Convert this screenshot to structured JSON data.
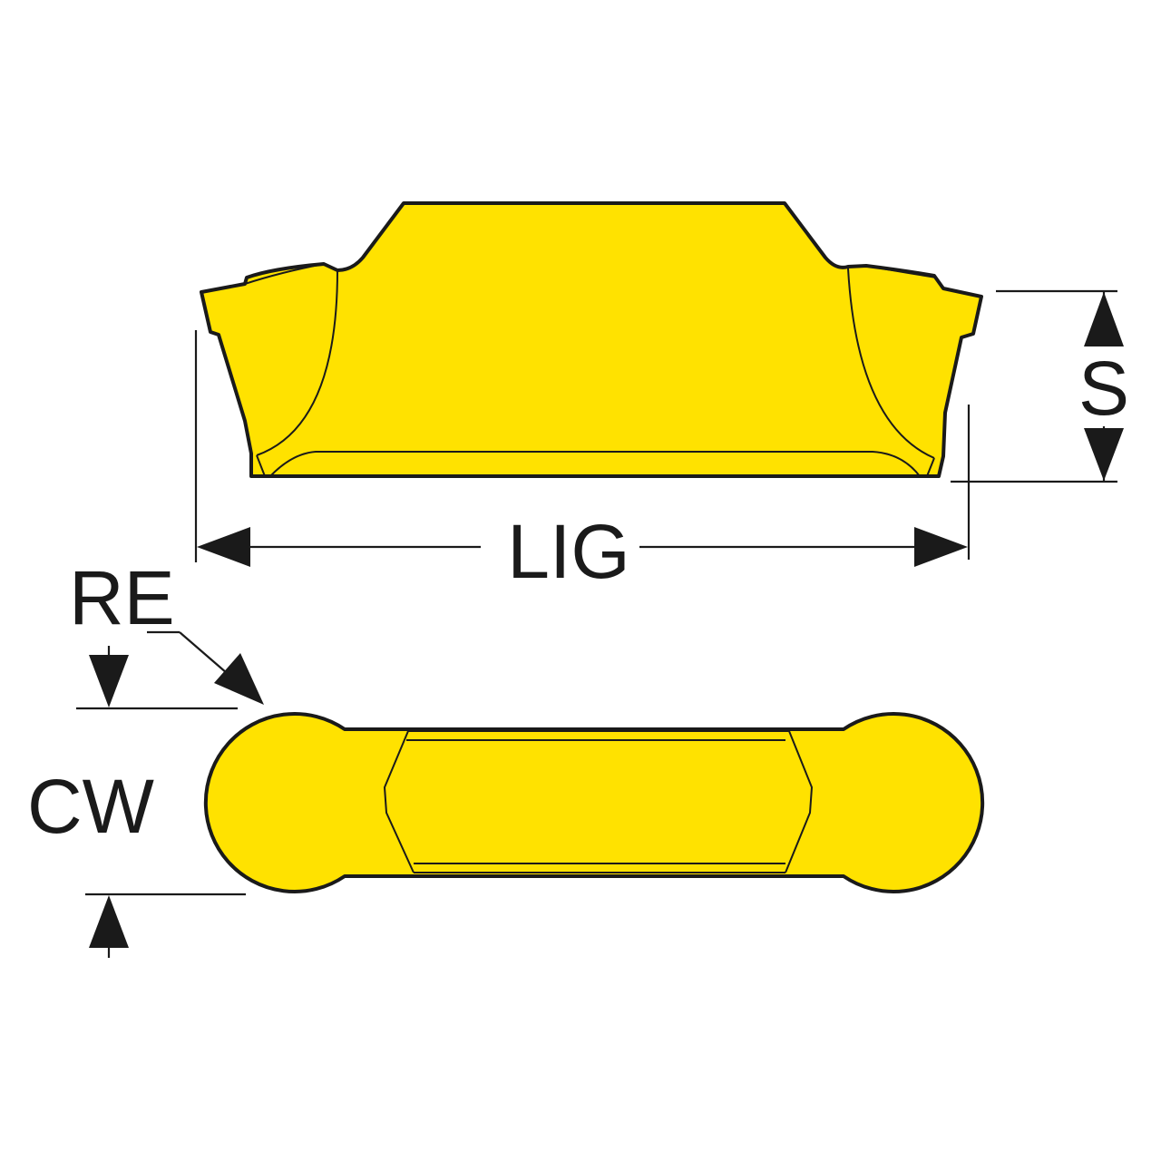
{
  "colors": {
    "insert_fill": "#FFE200",
    "ink": "#1a1a1a",
    "background": "#ffffff"
  },
  "labels": {
    "lig": "LIG",
    "s": "S",
    "re": "RE",
    "cw": "CW"
  }
}
